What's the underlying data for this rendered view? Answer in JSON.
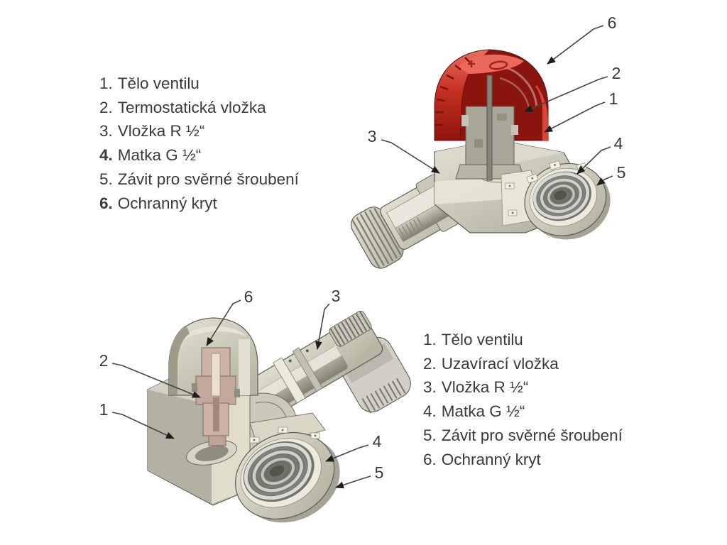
{
  "top_list": {
    "items": [
      {
        "num": "1.",
        "label": "Tělo ventilu"
      },
      {
        "num": "2.",
        "label": "Termostatická vložka"
      },
      {
        "num": "3.",
        "label": "Vložka R ½“"
      },
      {
        "num": "4.",
        "label": "Matka G ½“"
      },
      {
        "num": "5.",
        "label": "Závit pro svěrné šroubení"
      },
      {
        "num": "6.",
        "label": "Ochranný kryt"
      }
    ]
  },
  "bottom_list": {
    "items": [
      {
        "num": "1.",
        "label": "Tělo ventilu"
      },
      {
        "num": "2.",
        "label": "Uzavírací vložka"
      },
      {
        "num": "3.",
        "label": "Vložka R ½“"
      },
      {
        "num": "4.",
        "label": "Matka G ½“"
      },
      {
        "num": "5.",
        "label": "Závit pro svěrné šroubení"
      },
      {
        "num": "6.",
        "label": "Ochranný kryt"
      }
    ]
  },
  "top_diagram": {
    "callouts": [
      {
        "num": "6"
      },
      {
        "num": "2"
      },
      {
        "num": "1"
      },
      {
        "num": "3"
      },
      {
        "num": "4"
      },
      {
        "num": "5"
      }
    ]
  },
  "bottom_diagram": {
    "callouts": [
      {
        "num": "6"
      },
      {
        "num": "3"
      },
      {
        "num": "2"
      },
      {
        "num": "1"
      },
      {
        "num": "4"
      },
      {
        "num": "5"
      }
    ]
  },
  "colors": {
    "background": "#ffffff",
    "cap_red": "#c52f21",
    "body_beige": "#c9c7b7",
    "metal_grey": "#9a9a94",
    "text": "#3a3a3a",
    "leader_line": "#454545"
  }
}
